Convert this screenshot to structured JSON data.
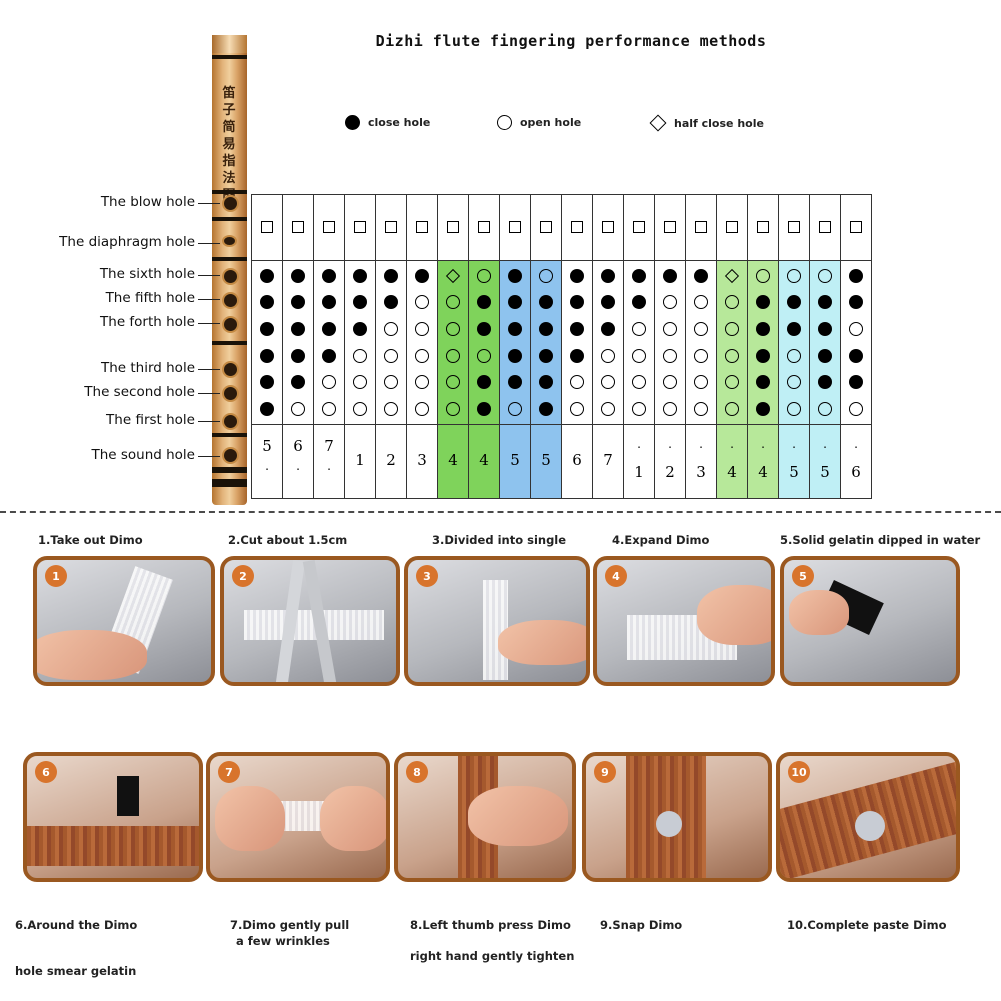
{
  "title": "Dizhi flute fingering performance methods",
  "legend": {
    "close": "close hole",
    "open": "open hole",
    "half": "half close hole"
  },
  "flute_text": "笛子简易指法图",
  "hole_labels": [
    "The blow hole",
    "The diaphragm hole",
    "The sixth hole",
    "The fifth hole",
    "The forth hole",
    "The third hole",
    "The second hole",
    "The first hole",
    "The sound hole"
  ],
  "fingering": {
    "columns": [
      {
        "holes": [
          "c",
          "c",
          "c",
          "c",
          "c",
          "c"
        ],
        "note": "5",
        "dot": "below",
        "bg": "#ffffff"
      },
      {
        "holes": [
          "c",
          "c",
          "c",
          "c",
          "c",
          "o"
        ],
        "note": "6",
        "dot": "below",
        "bg": "#ffffff"
      },
      {
        "holes": [
          "c",
          "c",
          "c",
          "c",
          "o",
          "o"
        ],
        "note": "7",
        "dot": "below",
        "bg": "#ffffff"
      },
      {
        "holes": [
          "c",
          "c",
          "c",
          "o",
          "o",
          "o"
        ],
        "note": "1",
        "dot": "",
        "bg": "#ffffff"
      },
      {
        "holes": [
          "c",
          "c",
          "o",
          "o",
          "o",
          "o"
        ],
        "note": "2",
        "dot": "",
        "bg": "#ffffff"
      },
      {
        "holes": [
          "c",
          "o",
          "o",
          "o",
          "o",
          "o"
        ],
        "note": "3",
        "dot": "",
        "bg": "#ffffff"
      },
      {
        "holes": [
          "d",
          "o",
          "o",
          "o",
          "o",
          "o"
        ],
        "note": "4",
        "dot": "",
        "bg": "#7fd35b"
      },
      {
        "holes": [
          "o",
          "c",
          "c",
          "o",
          "c",
          "c"
        ],
        "note": "4",
        "dot": "",
        "bg": "#7fd35b"
      },
      {
        "holes": [
          "c",
          "c",
          "c",
          "c",
          "c",
          "o"
        ],
        "note": "5",
        "dot": "",
        "bg": "#8ec3ee"
      },
      {
        "holes": [
          "o",
          "c",
          "c",
          "c",
          "c",
          "c"
        ],
        "note": "5",
        "dot": "",
        "bg": "#8ec3ee"
      },
      {
        "holes": [
          "c",
          "c",
          "c",
          "c",
          "o",
          "o"
        ],
        "note": "6",
        "dot": "",
        "bg": "#ffffff"
      },
      {
        "holes": [
          "c",
          "c",
          "c",
          "o",
          "o",
          "o"
        ],
        "note": "7",
        "dot": "",
        "bg": "#ffffff"
      },
      {
        "holes": [
          "c",
          "c",
          "o",
          "o",
          "o",
          "o"
        ],
        "note": "1",
        "dot": "above",
        "bg": "#ffffff"
      },
      {
        "holes": [
          "c",
          "o",
          "o",
          "o",
          "o",
          "o"
        ],
        "note": "2",
        "dot": "above",
        "bg": "#ffffff"
      },
      {
        "holes": [
          "c",
          "o",
          "o",
          "o",
          "o",
          "o"
        ],
        "note": "3",
        "dot": "above",
        "bg": "#ffffff"
      },
      {
        "holes": [
          "d",
          "o",
          "o",
          "o",
          "o",
          "o"
        ],
        "note": "4",
        "dot": "above",
        "bg": "#b7e89a"
      },
      {
        "holes": [
          "o",
          "c",
          "c",
          "c",
          "c",
          "c"
        ],
        "note": "4",
        "dot": "above",
        "bg": "#b7e89a"
      },
      {
        "holes": [
          "o",
          "c",
          "c",
          "o",
          "o",
          "o"
        ],
        "note": "5",
        "dot": "above",
        "bg": "#bfeff5"
      },
      {
        "holes": [
          "o",
          "c",
          "c",
          "c",
          "c",
          "o"
        ],
        "note": "5",
        "dot": "above",
        "bg": "#bfeff5"
      },
      {
        "holes": [
          "c",
          "c",
          "o",
          "c",
          "c",
          "o"
        ],
        "note": "6",
        "dot": "above",
        "bg": "#ffffff"
      }
    ]
  },
  "steps": [
    {
      "num": "1",
      "title": "1.Take out Dimo"
    },
    {
      "num": "2",
      "title": "2.Cut about 1.5cm"
    },
    {
      "num": "3",
      "title": "3.Divided into single"
    },
    {
      "num": "4",
      "title": "4.Expand Dimo"
    },
    {
      "num": "5",
      "title": "5.Solid gelatin dipped in water"
    },
    {
      "num": "6",
      "title": "6.Around the Dimo",
      "title2": "hole smear gelatin"
    },
    {
      "num": "7",
      "title": "7.Dimo gently pull",
      "title2": "a few wrinkles"
    },
    {
      "num": "8",
      "title": "8.Left thumb press Dimo",
      "title2": "right hand gently tighten"
    },
    {
      "num": "9",
      "title": "9.Snap Dimo"
    },
    {
      "num": "10",
      "title": "10.Complete paste Dimo"
    }
  ]
}
